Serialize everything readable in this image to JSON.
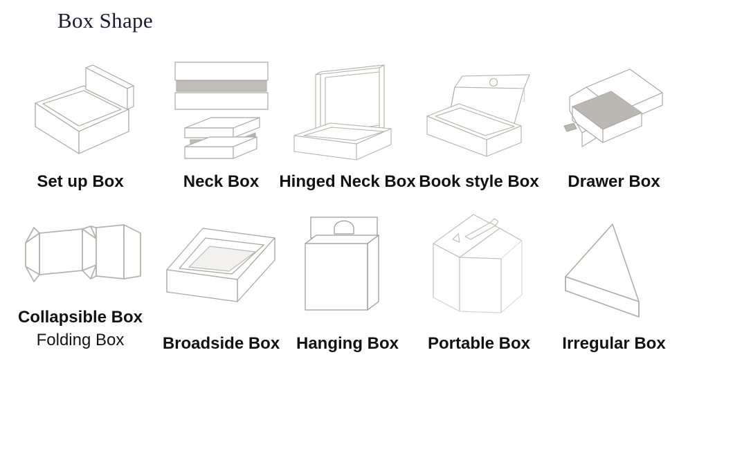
{
  "page": {
    "title": "Box Shape",
    "background_color": "#ffffff",
    "line_color": "#a8a6a2",
    "accent_gray": "#b9b6b1",
    "text_color": "#121212"
  },
  "rows": [
    {
      "items": [
        {
          "label": "Set up Box",
          "icon": "set-up-box-illustration"
        },
        {
          "label": "Neck Box",
          "icon": "neck-box-illustration"
        },
        {
          "label": "Hinged Neck Box",
          "icon": "hinged-neck-box-illustration"
        },
        {
          "label": "Book style Box",
          "icon": "book-style-box-illustration"
        },
        {
          "label": "Drawer Box",
          "icon": "drawer-box-illustration"
        }
      ]
    },
    {
      "items": [
        {
          "label": "Collapsible Box",
          "sublabel": "Folding Box",
          "icon": "collapsible-box-illustration"
        },
        {
          "label": "Broadside Box",
          "icon": "broadside-box-illustration"
        },
        {
          "label": "Hanging Box",
          "icon": "hanging-box-illustration"
        },
        {
          "label": "Portable Box",
          "icon": "portable-box-illustration"
        },
        {
          "label": "Irregular Box",
          "icon": "irregular-box-illustration"
        }
      ]
    }
  ]
}
